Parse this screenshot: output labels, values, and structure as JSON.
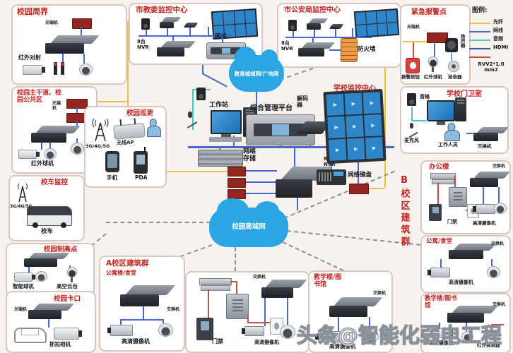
{
  "watermark": "头条@智能化弱电工程",
  "clouds": {
    "wan": "教育城域网/广电网",
    "lan": "校园局域网"
  },
  "legend": {
    "title": "图例:",
    "items": [
      {
        "label": "光纤",
        "color": "#e7c34b"
      },
      {
        "label": "网线",
        "color": "#4a6fd8"
      },
      {
        "label": "音频",
        "color": "#49c7c2"
      },
      {
        "label": "HDMI",
        "color": "#3b55a0"
      },
      {
        "label": "RVV2*1.0 mm2",
        "color": "#cf4a42"
      }
    ]
  },
  "common": {
    "hd_camera": "高清摄像机",
    "switch": "交换机",
    "optical": "光端机",
    "nvr": "8台NVR",
    "access": "门禁"
  },
  "center": {
    "workstation": "工作站",
    "platform": "综合管理平台",
    "decoder": "解码器",
    "storage": "网络存储",
    "keyboard": "网络键盘",
    "title": "学校监控中心"
  },
  "boxes": {
    "perimeter": {
      "title": "校园周界",
      "beam": "红外对射"
    },
    "edu": {
      "title": "市教委监控中心",
      "gateway": "网关"
    },
    "police": {
      "title": "市公安局监控中心",
      "firewall": "防火墙"
    },
    "alarm": {
      "title": "紧急报警点",
      "speaker": "扬声器",
      "button": "报警按钮",
      "dome": "红外球机",
      "pickup": "拾音器"
    },
    "mainroad": {
      "title": "校园主干道、校园公共区",
      "dome": "红外球机"
    },
    "patrol": {
      "title": "校园巡更",
      "net": "3G/4G/5G",
      "ap": "无线AP",
      "phone": "手机",
      "pda": "PDA"
    },
    "schoolbus": {
      "title": "校车监控",
      "net": "3G/4G/5G",
      "vehicle": "校车"
    },
    "highpoint": {
      "title": "校园制高点",
      "cam1": "智能球机",
      "cam2": "高空云台"
    },
    "checkpoint": {
      "title": "校园卡口",
      "cam": "抓拍相机"
    },
    "campusA": {
      "title": "A校区建筑群",
      "subtitle": "公寓楼/食堂"
    },
    "teachMid": {
      "title": "教学楼/图书馆"
    },
    "gate": {
      "title": "学校门卫室",
      "speaker": "音箱",
      "mic": "麦克风",
      "staff": "工作人员"
    },
    "campusB": {
      "title": "B校区建筑群",
      "office": "办公楼",
      "apartment": "公寓/食堂",
      "teach": "教学楼/图书馆",
      "detector": "红外探测器"
    }
  }
}
